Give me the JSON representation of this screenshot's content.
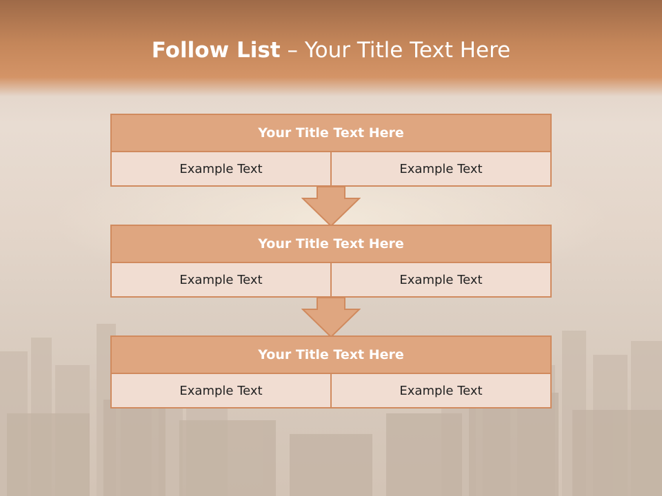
{
  "title": {
    "bold": "Follow List",
    "rest": " – Your Title Text Here"
  },
  "blocks": [
    {
      "title": "Your Title Text Here",
      "left": "Example Text",
      "right": "Example Text"
    },
    {
      "title": "Your Title Text Here",
      "left": "Example Text",
      "right": "Example Text"
    },
    {
      "title": "Your Title Text Here",
      "left": "Example Text",
      "right": "Example Text"
    }
  ],
  "colors": {
    "accent": "#d08a5e",
    "header_fill": "#dfa680",
    "cell_fill": "#f1ddd2"
  },
  "icons": [
    "down-arrow-icon"
  ]
}
